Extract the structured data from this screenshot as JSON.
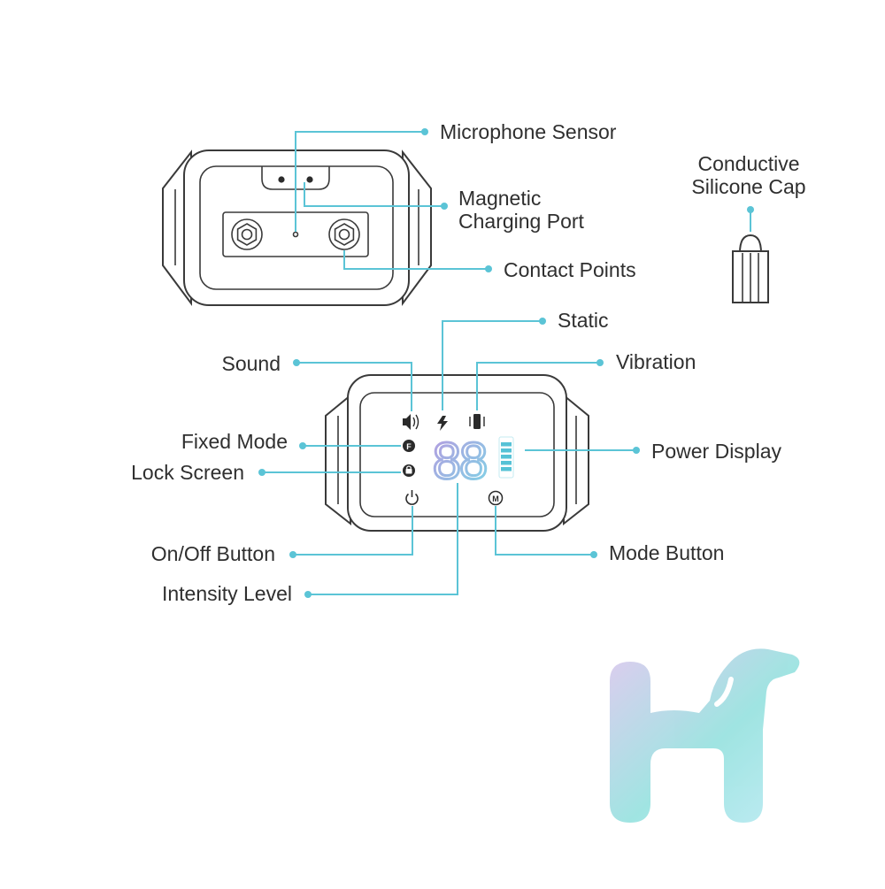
{
  "labels": {
    "microphone_sensor": "Microphone Sensor",
    "magnetic_charging_port": [
      "Magnetic",
      "Charging Port"
    ],
    "contact_points": "Contact Points",
    "conductive_silicone_cap": [
      "Conductive",
      "Silicone Cap"
    ],
    "static": "Static",
    "sound": "Sound",
    "vibration": "Vibration",
    "fixed_mode": "Fixed Mode",
    "lock_screen": "Lock Screen",
    "power_display": "Power Display",
    "on_off_button": "On/Off Button",
    "mode_button": "Mode Button",
    "intensity_level": "Intensity Level"
  },
  "display": {
    "digits": "88",
    "fixed_mode_glyph": "F",
    "mode_button_glyph": "M",
    "battery_level": 1.0
  },
  "colors": {
    "leader": "#5bc4d6",
    "ink": "#3a3a3a",
    "digit_gradient": [
      "#b69be0",
      "#7fd3e6"
    ],
    "battery": "#56c2d6",
    "logo_gradient": [
      "#d8c3ec",
      "#8fe0dd",
      "#b6e8f2"
    ]
  },
  "icons": [
    "speaker-icon",
    "lightning-icon",
    "vibration-icon",
    "fixed-mode-icon",
    "lock-screen-icon",
    "power-icon",
    "mode-icon",
    "battery-icon",
    "logo-mark"
  ]
}
